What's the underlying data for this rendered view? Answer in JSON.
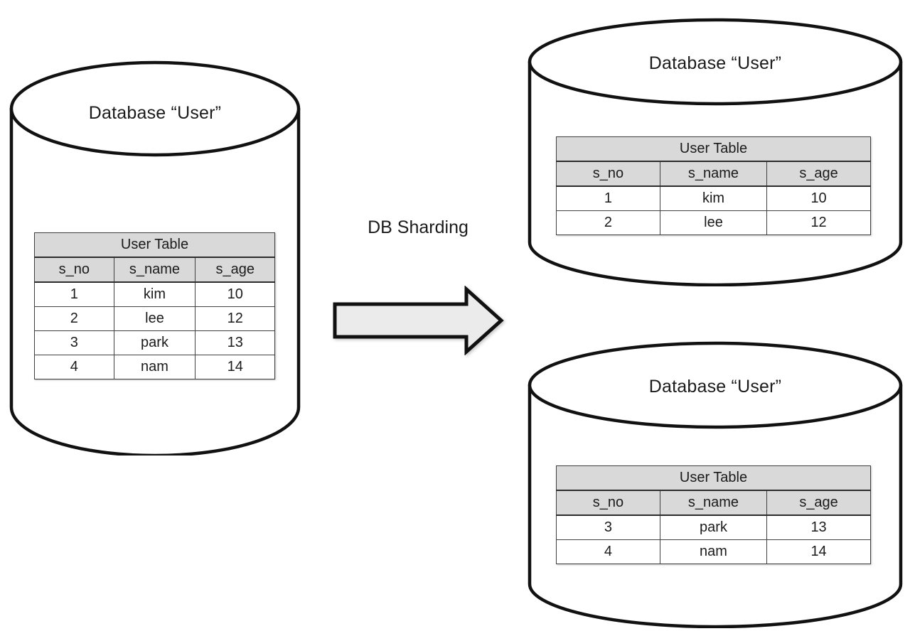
{
  "diagram": {
    "title": "DB Sharding",
    "colors": {
      "stroke": "#111111",
      "table_header_fill": "#d9d9d9",
      "table_body_fill": "#ffffff",
      "arrow_fill": "#ebebeb",
      "background": "#ffffff"
    },
    "transform_label": "DB Sharding",
    "source": {
      "db_label": "Database “User”",
      "table": {
        "title": "User Table",
        "columns": [
          "s_no",
          "s_name",
          "s_age"
        ],
        "rows": [
          [
            "1",
            "kim",
            "10"
          ],
          [
            "2",
            "lee",
            "12"
          ],
          [
            "3",
            "park",
            "13"
          ],
          [
            "4",
            "nam",
            "14"
          ]
        ]
      }
    },
    "shards": [
      {
        "db_label": "Database “User”",
        "table": {
          "title": "User Table",
          "columns": [
            "s_no",
            "s_name",
            "s_age"
          ],
          "rows": [
            [
              "1",
              "kim",
              "10"
            ],
            [
              "2",
              "lee",
              "12"
            ]
          ]
        }
      },
      {
        "db_label": "Database “User”",
        "table": {
          "title": "User Table",
          "columns": [
            "s_no",
            "s_name",
            "s_age"
          ],
          "rows": [
            [
              "3",
              "park",
              "13"
            ],
            [
              "4",
              "nam",
              "14"
            ]
          ]
        }
      }
    ]
  }
}
